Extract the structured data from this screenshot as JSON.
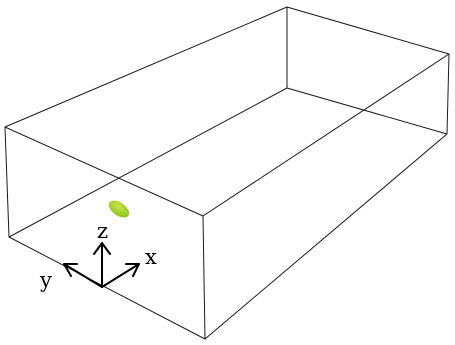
{
  "scene": {
    "box_edge_color": "#1a1a1a",
    "particle": {
      "shape": "ellipsoid",
      "color": "#8cc21c",
      "highlight_color": "#c8e64a"
    },
    "axes": {
      "x_label": "x",
      "y_label": "y",
      "z_label": "z",
      "color": "#000000"
    }
  }
}
